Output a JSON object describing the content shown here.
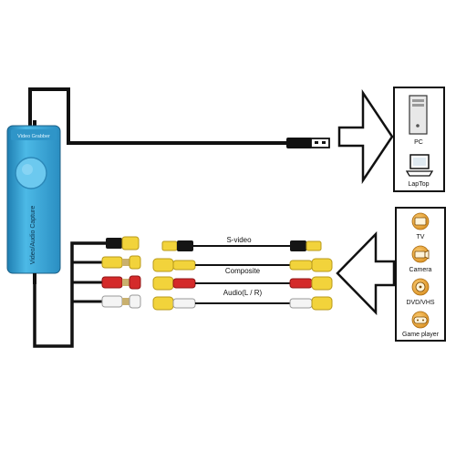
{
  "device": {
    "brand_label": "Video Grabber",
    "side_label": "Video/Audio Capture"
  },
  "cables": {
    "svideo_label": "S-video",
    "composite_label": "Composite",
    "audio_label": "Audio(L / R)"
  },
  "outputs": [
    {
      "label": "PC",
      "icon": "pc-tower-icon"
    },
    {
      "label": "LapTop",
      "icon": "laptop-icon"
    }
  ],
  "sources": [
    {
      "label": "TV",
      "icon": "tv-icon"
    },
    {
      "label": "Camera",
      "icon": "camera-icon"
    },
    {
      "label": "DVD/VHS",
      "icon": "dvd-player-icon"
    },
    {
      "label": "Game player",
      "icon": "game-controller-icon"
    }
  ],
  "colors": {
    "device_blue": "#3aa7d6",
    "plug_yellow": "#f2d33b",
    "plug_red": "#d42a2a",
    "plug_white": "#f4f4f4",
    "plug_black": "#151515",
    "icon_orange": "#e6a433"
  }
}
